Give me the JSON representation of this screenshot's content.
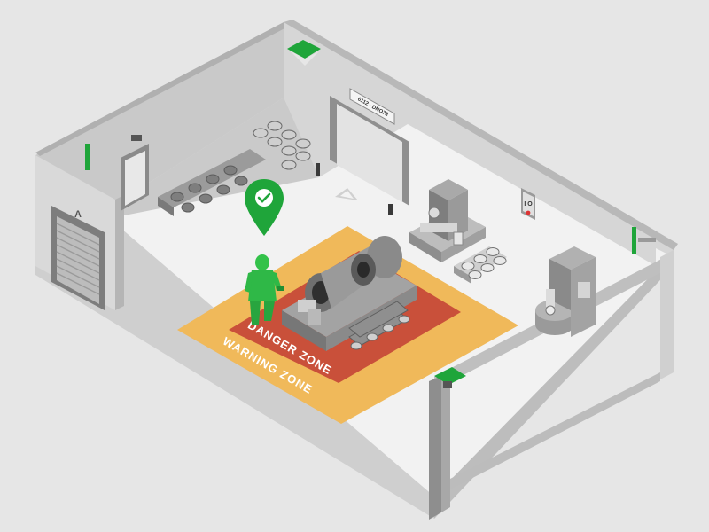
{
  "labels": {
    "danger_zone": "DANGER ZONE",
    "warning_zone": "WARNING ZONE",
    "dock_letter": "A",
    "door_sign": "6112 - DNO78",
    "switch_label": "I O"
  },
  "colors": {
    "background": "#e6e6e6",
    "floor": "#efefef",
    "wall_light": "#dcdcdc",
    "wall_dark": "#bdbdbd",
    "warning_zone": "#f0b95a",
    "danger_zone": "#c9503a",
    "accent_green": "#1fa53a",
    "machine_gray": "#8d8d8d"
  },
  "icons": {
    "location_marker": "location-pin-check-icon",
    "warning_sign": "warning-triangle-icon",
    "exit_sign": "exit-sign-icon"
  }
}
